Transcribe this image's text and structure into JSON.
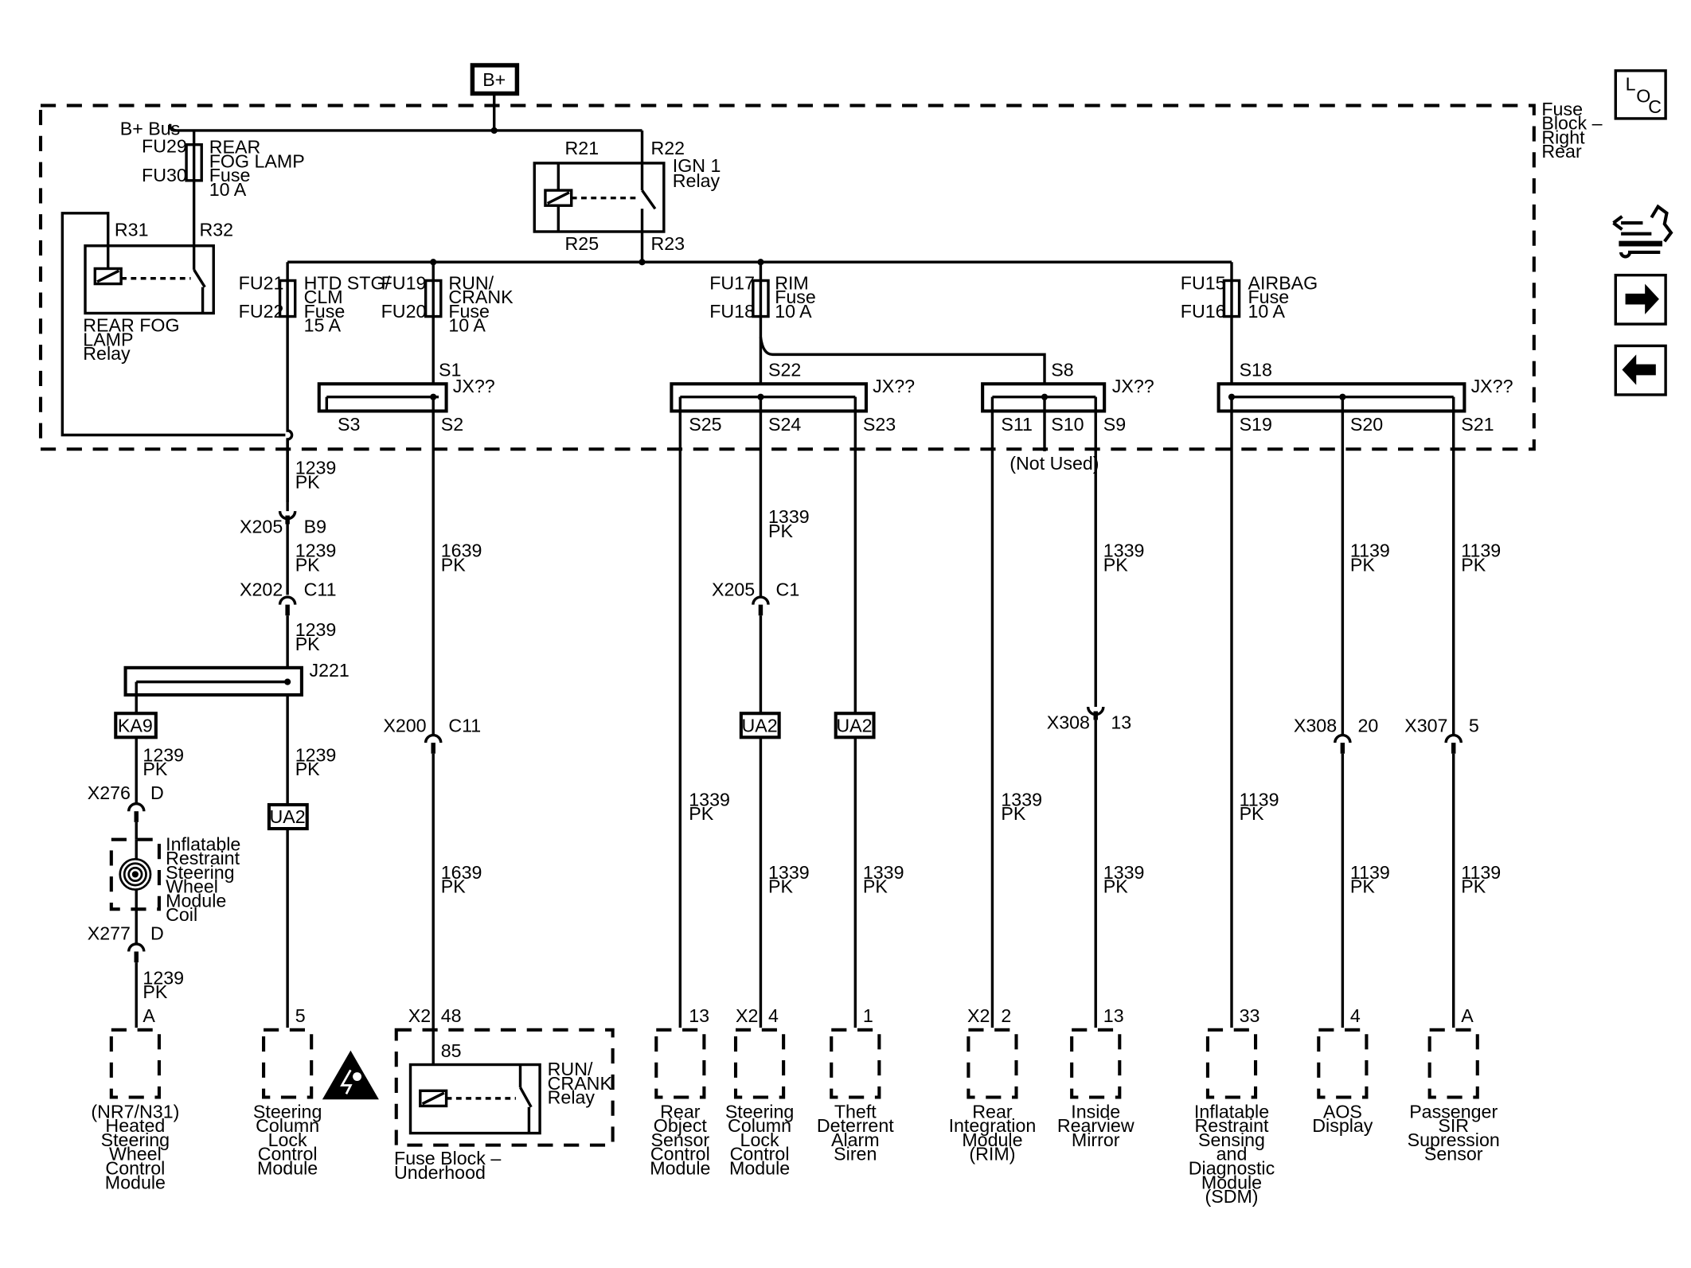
{
  "bplus": "B+",
  "fuse_block_rear": [
    "Fuse",
    "Block –",
    "Right",
    "Rear"
  ],
  "bus": "B+ Bus",
  "loc_icon": {
    "l": "L",
    "o": "O",
    "c": "C"
  },
  "side_icons": [
    "connector-tools-icon",
    "arrow-right-icon",
    "arrow-left-icon"
  ],
  "fuses": {
    "fu29": "FU29",
    "fu30": "FU30",
    "rear_fog": [
      "REAR",
      "FOG LAMP",
      "Fuse",
      "10 A"
    ],
    "fu21": "FU21",
    "fu22": "FU22",
    "htd": [
      "HTD STG/",
      "CLM",
      "Fuse",
      "15 A"
    ],
    "fu19": "FU19",
    "fu20": "FU20",
    "run": [
      "RUN/",
      "CRANK",
      "Fuse",
      "10 A"
    ],
    "fu17": "FU17",
    "fu18": "FU18",
    "rim": [
      "RIM",
      "Fuse",
      "10 A"
    ],
    "fu15": "FU15",
    "fu16": "FU16",
    "airbag": [
      "AIRBAG",
      "Fuse",
      "10 A"
    ]
  },
  "relays": {
    "r21": "R21",
    "r22": "R22",
    "r25": "R25",
    "r23": "R23",
    "ign": [
      "IGN 1",
      "Relay"
    ],
    "r31": "R31",
    "r32": "R32",
    "fog": [
      "REAR FOG",
      "LAMP",
      "Relay"
    ],
    "run_crank": [
      "RUN/",
      "CRANK",
      "Relay"
    ],
    "pin85": "85"
  },
  "splices": {
    "s1": "S1",
    "s2": "S2",
    "s3": "S3",
    "jx1": "JX??",
    "s22": "S22",
    "s23": "S23",
    "s24": "S24",
    "s25": "S25",
    "jx2": "JX??",
    "s8": "S8",
    "s9": "S9",
    "s10": "S10",
    "s11": "S11",
    "jx3": "JX??",
    "not_used": "(Not Used)",
    "s18": "S18",
    "s19": "S19",
    "s20": "S20",
    "s21": "S21",
    "jx4": "JX??",
    "j221": "J221"
  },
  "wires": {
    "w1239": [
      "1239",
      "PK"
    ],
    "w1639": [
      "1639",
      "PK"
    ],
    "w1339": [
      "1339",
      "PK"
    ],
    "w1139": [
      "1139",
      "PK"
    ]
  },
  "connectors": {
    "x205": "X205",
    "b9": "B9",
    "x202": "X202",
    "c11": "C11",
    "c1": "C1",
    "x200": "X200",
    "x276": "X276",
    "x277": "X277",
    "d": "D",
    "x308": "X308",
    "p13": "13",
    "p20": "20",
    "x307": "X307",
    "p5": "5"
  },
  "tags": {
    "ka9": "KA9",
    "ua2": "UA2"
  },
  "coil": [
    "Inflatable",
    "Restraint",
    "Steering",
    "Wheel",
    "Module",
    "Coil"
  ],
  "pins": {
    "a": "A",
    "p5": "5",
    "x2": "X2",
    "p48": "48",
    "p13": "13",
    "p4": "4",
    "p1": "1",
    "p2": "2",
    "p33": "33",
    "p4b": "4",
    "pa": "A"
  },
  "modules": {
    "heated": [
      "(NR7/N31)",
      "Heated",
      "Steering",
      "Wheel",
      "Control",
      "Module"
    ],
    "sclm": [
      "Steering",
      "Column",
      "Lock",
      "Control",
      "Module"
    ],
    "fuse_underhood": [
      "Fuse Block –",
      "Underhood"
    ],
    "rear_object": [
      "Rear",
      "Object",
      "Sensor",
      "Control",
      "Module"
    ],
    "sclm2": [
      "Steering",
      "Column",
      "Lock",
      "Control",
      "Module"
    ],
    "theft": [
      "Theft",
      "Deterrent",
      "Alarm",
      "Siren"
    ],
    "rim": [
      "Rear",
      "Integration",
      "Module",
      "(RIM)"
    ],
    "mirror": [
      "Inside",
      "Rearview",
      "Mirror"
    ],
    "sdm": [
      "Inflatable",
      "Restraint",
      "Sensing",
      "and",
      "Diagnostic",
      "Module",
      "(SDM)"
    ],
    "aos": [
      "AOS",
      "Display"
    ],
    "passenger": [
      "Passenger",
      "SIR",
      "Supression",
      "Sensor"
    ]
  }
}
